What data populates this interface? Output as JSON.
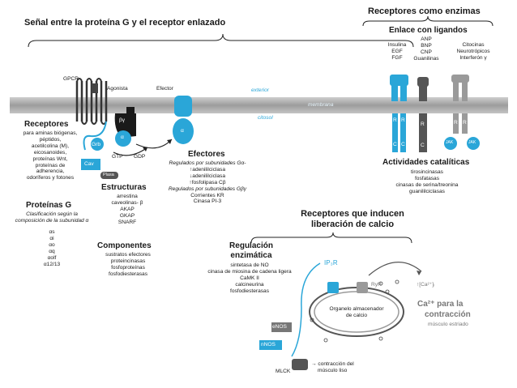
{
  "titles": {
    "g_protein_signal": "Señal entre la proteína G y el receptor enlazado",
    "enzyme_receptors": "Receptores como enzimas",
    "ligand_binding": "Enlace con ligandos",
    "calcium_receptors": "Receptores que inducen liberación de calcio"
  },
  "membrane": {
    "exterior": "exterior",
    "membrane": "membrana",
    "cytosol": "citosol"
  },
  "gpcr_diagram": {
    "gpcr": "GPCR",
    "agonist": "Agonista",
    "effector": "Efector",
    "gbg": "βγ",
    "alpha": "α",
    "gtp": "GTP",
    "gdp": "GDP",
    "grb": "Grb",
    "cav": "Cav",
    "plasma": "Plasa",
    "effector_alpha": "α"
  },
  "receptors": {
    "title": "Receptores",
    "items": [
      "para aminas biógenas,",
      "péptidos,",
      "acetilcolina (M),",
      "eicosanoides,",
      "proteínas Wnt,",
      "proteínas de",
      "adherencia,",
      "odoríferos y fotones"
    ]
  },
  "g_proteins": {
    "title": "Proteínas G",
    "subtitle": [
      "Clasificación según la",
      "composición de la subunidad α"
    ],
    "items": [
      "αs",
      "αi",
      "αo",
      "αq",
      "αolf",
      "α12/13"
    ]
  },
  "structures": {
    "title": "Estructuras",
    "items": [
      "arrestina",
      "caveolinas- β",
      "AKAP",
      "GKAP",
      "SNARF"
    ]
  },
  "components": {
    "title": "Componentes",
    "items": [
      "sustratos efectores",
      "proteincinasas",
      "fosfoproteínas",
      "fosfodiesterasas"
    ]
  },
  "effectors": {
    "title": "Efectores",
    "items": [
      "Regulados por subunidades Gα-",
      "↑adenililciclasa",
      "↓adenililciclasa",
      "↑fosfolipasa Cβ",
      "Regulados por subunidades Gβγ",
      "Corrientes KR",
      "Cinasa PI-3"
    ]
  },
  "ligands": {
    "group1": [
      "Insulina",
      "EGF",
      "FGF"
    ],
    "group2": [
      "ANP",
      "BNP",
      "CNP",
      "Guanilinas"
    ],
    "group3": [
      "Citocinas",
      "Neurotrópicos",
      "Interferón γ"
    ]
  },
  "receptor_labels": {
    "r": "R",
    "c": "C",
    "jak": "JAK"
  },
  "catalytic": {
    "title": "Actividades catalíticas",
    "items": [
      "tirosincinasas",
      "fosfatasas",
      "cinasas de serina/treonina",
      "guanililciclasas"
    ]
  },
  "enzymatic": {
    "title": [
      "Regulación",
      "enzimática"
    ],
    "items": [
      "sintetasa de NO",
      "cinasa de miosina de cadena ligera",
      "CaMK II",
      "calcineurina",
      "fosfodiesterasas"
    ]
  },
  "calcium_diagram": {
    "ip3r": "IP₃R",
    "ryr": "RyR",
    "ca_up": "↑[Ca²⁺]ᵢ",
    "store": [
      "Organelo almacenador",
      "de calcio"
    ],
    "ca_for": "Ca²⁺ para la",
    "contraction": "contracción",
    "striated": "músculo estriado",
    "enos": "eNOS",
    "nnos": "nNOS",
    "mlck": "MLCK",
    "smooth": [
      "→ contracción del",
      "músculo liso"
    ]
  },
  "colors": {
    "accent_blue": "#2aa6d8",
    "membrane_gray": "#a9a9a9",
    "dark_gray": "#555555"
  }
}
